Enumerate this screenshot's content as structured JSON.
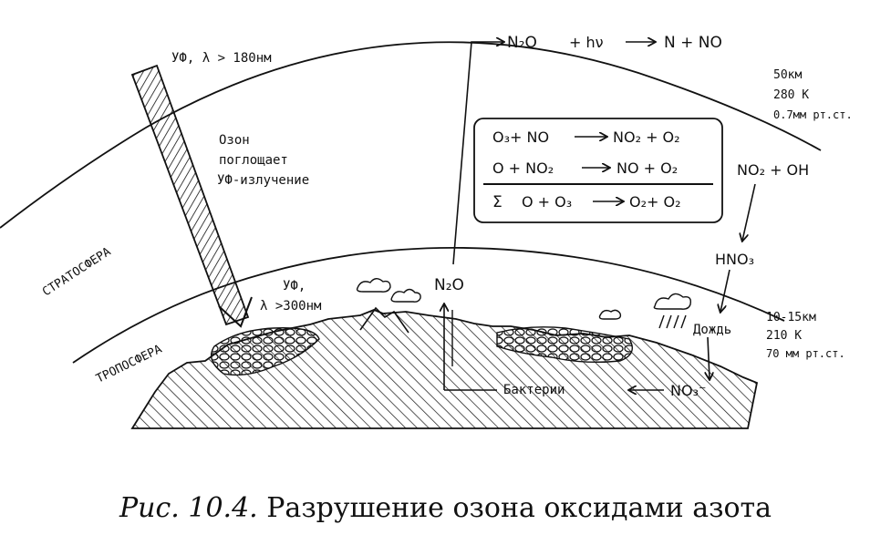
{
  "labels": {
    "uv_top": "УФ, λ > 180нм",
    "ozone_1": "Озон",
    "ozone_2": "поглощает",
    "ozone_3": "УФ-излучение",
    "stratosphere": "СТРАТОСФЕРА",
    "troposphere": "ТРОПОСФЕРА",
    "uv_low_1": "УФ,",
    "uv_low_2": "λ >300нм",
    "alt_top_1": "50км",
    "alt_top_2": "280 К",
    "alt_top_3": "0.7мм рт.ст.",
    "alt_low_1": "10-15км",
    "alt_low_2": "210 К",
    "alt_low_3": "70 мм рт.ст.",
    "rain": "Дождь",
    "bacteria": "Бактерии"
  },
  "chem": {
    "n2o_top": "N₂O",
    "photo_rest": "+ hν",
    "products": "N + NO",
    "eq1_left": "O₃+ NO",
    "eq1_right": "NO₂ + O₂",
    "eq2_left": "O + NO₂",
    "eq2_right": "NO + O₂",
    "eq3_sigma": "Σ",
    "eq3_left": "O + O₃",
    "eq3_right": "O₂+ O₂",
    "no2_oh": "NO₂ + OH",
    "hno3": "HNO₃",
    "n2o_ground": "N₂O",
    "no3": "NO₃⁻"
  },
  "caption": {
    "prefix": "Рис. 10.4.",
    "text": "Разрушение озона оксидами азота"
  }
}
